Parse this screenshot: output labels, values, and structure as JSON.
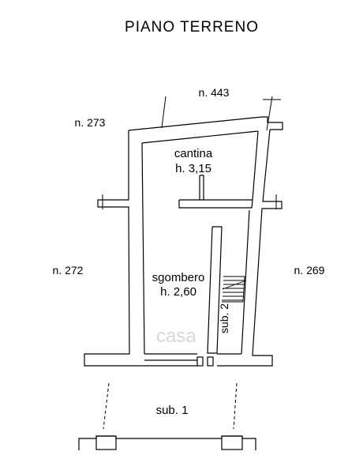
{
  "title": "PIANO TERRENO",
  "neighbors": {
    "top": "n. 443",
    "top_left": "n. 273",
    "left": "n. 272",
    "right": "n. 269"
  },
  "rooms": {
    "cantina": {
      "name": "cantina",
      "height": "h. 3,15"
    },
    "sgombero": {
      "name": "sgombero",
      "height": "h. 2,60"
    }
  },
  "stair_label": "sub. 2",
  "bottom_label": "sub. 1",
  "watermark": "casa"
}
